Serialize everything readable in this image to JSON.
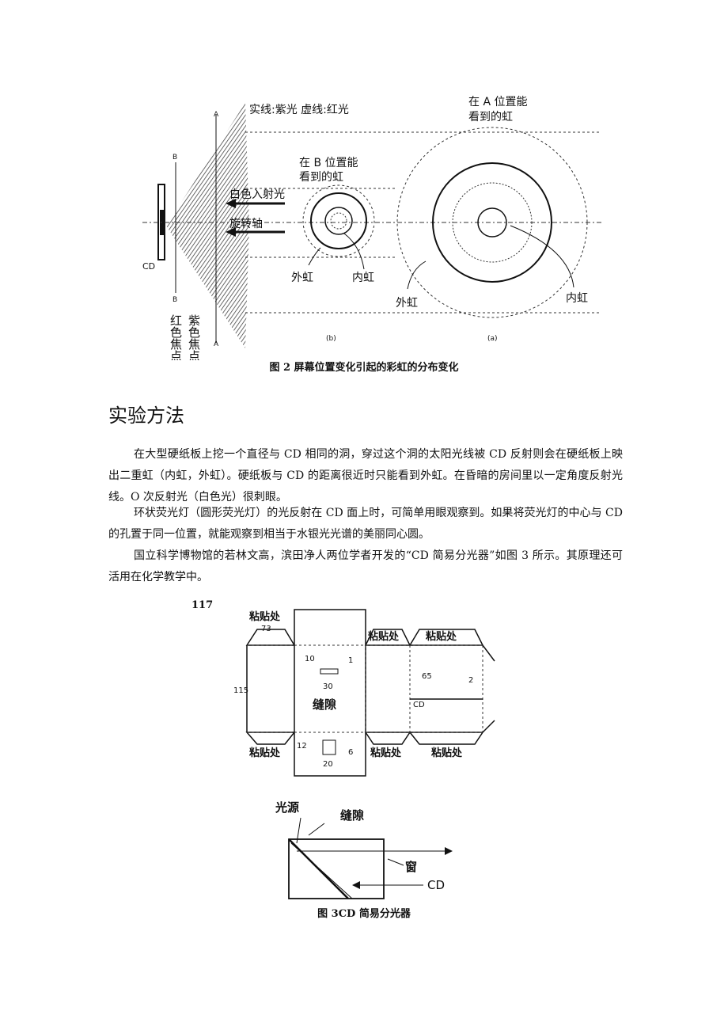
{
  "figure2": {
    "legend_top": "实线:紫光 虚线:红光",
    "label_A": "A",
    "label_B": "B",
    "label_CD": "CD",
    "white_light": "白色入射光",
    "rotation_axis": "旋转轴",
    "red_focus": "红色焦点",
    "violet_focus": "紫色焦点",
    "b_title": "在 B 位置能看到的虹",
    "a_title": "在 A 位置能看到的虹",
    "outer_rainbow": "外虹",
    "inner_rainbow": "内虹",
    "sub_b": "(b)",
    "sub_a": "(a)",
    "caption": "图 2 屏幕位置变化引起的彩虹的分布变化"
  },
  "section_heading": "实验方法",
  "paragraphs": {
    "p1": "在大型硬纸板上挖一个直径与 CD 相同的洞，穿过这个洞的太阳光线被 CD 反射则会在硬纸板上映出二重虹（内虹，外虹）。硬纸板与 CD 的距离很近时只能看到外虹。在昏暗的房间里以一定角度反射光线。O 次反射光（白色光）很刺眼。",
    "p2": "环状荧光灯（圆形荧光灯）的光反射在 CD 面上时，可简单用眼观察到。如果将荧光灯的中心与 CD 的孔置于同一位置，就能观察到相当于水银光光谱的美丽同心圆。",
    "p3": "国立科学博物馆的若林文高，滨田净人两位学者开发的“CD 简易分光器”如图 3 所示。其原理还可活用在化学教学中。"
  },
  "page_number": "117",
  "figure3": {
    "glue": "粘贴处",
    "slit": "缝隙",
    "dim_73": "73",
    "dim_115": "115",
    "dim_10": "10",
    "dim_1": "1",
    "dim_30": "30",
    "dim_65": "65",
    "dim_2": "2",
    "dim_12": "12",
    "dim_6": "6",
    "dim_20": "20",
    "cd": "CD",
    "light_source": "光源",
    "window": "窗",
    "caption": "图 3CD 简易分光器"
  }
}
